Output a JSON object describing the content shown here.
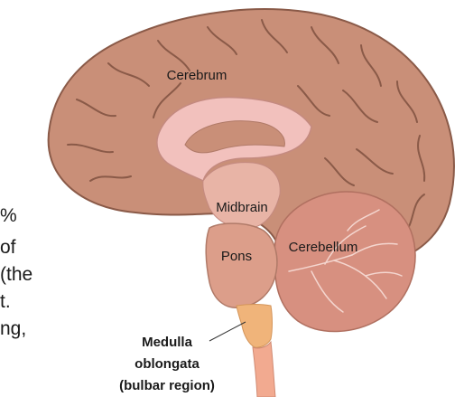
{
  "labels": {
    "cerebrum": "Cerebrum",
    "midbrain": "Midbrain",
    "pons": "Pons",
    "cerebellum": "Cerebellum",
    "medulla_line1": "Medulla",
    "medulla_line2": "oblongata",
    "medulla_line3": "(bulbar region)"
  },
  "cropped_text": [
    "%",
    "of",
    "(the",
    "t.",
    "ng,"
  ],
  "colors": {
    "cerebrum": "#c98f78",
    "cerebrum_outline": "#8a5a48",
    "inner_region": "#f2c1bd",
    "midbrain_pons": "#dc9e8a",
    "cerebellum": "#d79080",
    "medulla": "#f0b47a",
    "spinal_cord": "#f2aa90"
  }
}
